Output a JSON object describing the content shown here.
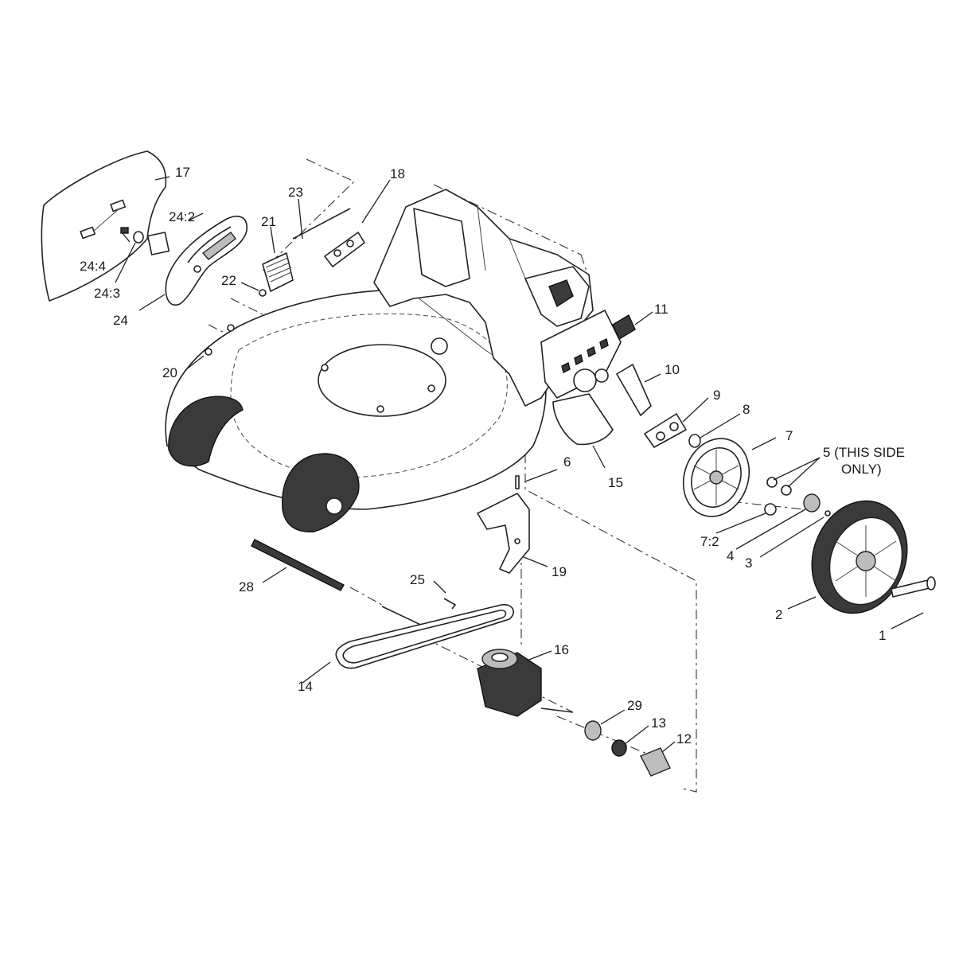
{
  "labels": {
    "p1": "1",
    "p2": "2",
    "p3": "3",
    "p4": "4",
    "p5a": "5 (THIS SIDE",
    "p5b": "ONLY)",
    "p6": "6",
    "p7": "7",
    "p7_2": "7:2",
    "p8": "8",
    "p9": "9",
    "p10": "10",
    "p11": "11",
    "p12": "12",
    "p13": "13",
    "p14": "14",
    "p15": "15",
    "p16": "16",
    "p17": "17",
    "p18": "18",
    "p19": "19",
    "p20": "20",
    "p21": "21",
    "p22": "22",
    "p23": "23",
    "p24": "24",
    "p24_2": "24:2",
    "p24_3": "24:3",
    "p24_4": "24:4",
    "p25": "25",
    "p28": "28",
    "p29": "29"
  },
  "colors": {
    "line": "#222222",
    "background": "#ffffff",
    "fill_dark": "#3a3a3a",
    "fill_grey": "#bdbdbd"
  }
}
